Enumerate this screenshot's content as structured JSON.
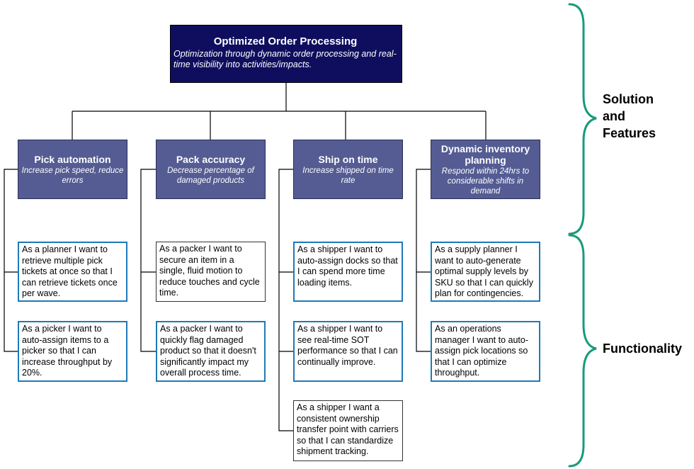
{
  "root": {
    "title": "Optimized Order Processing",
    "subtitle": "Optimization through dynamic order processing and real-time visibility into activities/impacts."
  },
  "features": [
    {
      "title": "Pick automation",
      "subtitle": "Increase pick speed, reduce errors"
    },
    {
      "title": "Pack accuracy",
      "subtitle": "Decrease percentage of damaged products"
    },
    {
      "title": "Ship on time",
      "subtitle": "Increase shipped on time rate"
    },
    {
      "title": "Dynamic inventory planning",
      "subtitle": "Respond within 24hrs to considerable shifts in demand"
    }
  ],
  "stories": {
    "pick": [
      "As a planner I want to retrieve multiple pick tickets at once so that I can retrieve tickets once per wave.",
      "As a picker I want to auto-assign items to a picker so that I can increase throughput by 20%."
    ],
    "pack": [
      "As a packer I want to secure an item in a single, fluid motion to reduce touches and cycle time.",
      "As a packer I want to quickly flag damaged product so that it doesn't significantly impact my overall process time."
    ],
    "ship": [
      "As a shipper I want to auto-assign docks so that I can spend more time loading items.",
      "As a shipper I want to see real-time SOT performance so that I can continually improve.",
      "As a shipper I want a consistent ownership transfer point with carriers so that I can standardize shipment tracking."
    ],
    "inventory": [
      "As a supply planner I want to auto-generate optimal supply levels by SKU so that I can quickly plan for contingencies.",
      "As an operations manager I want to auto-assign pick locations so that I can optimize throughput."
    ]
  },
  "brackets": {
    "solution_label": "Solution and Features",
    "functionality_label": "Functionality",
    "color": "#1a9a7a"
  },
  "colors": {
    "root_fill": "#0f0e5e",
    "feature_fill": "#545c93",
    "story_border": "#1e7ab8"
  }
}
